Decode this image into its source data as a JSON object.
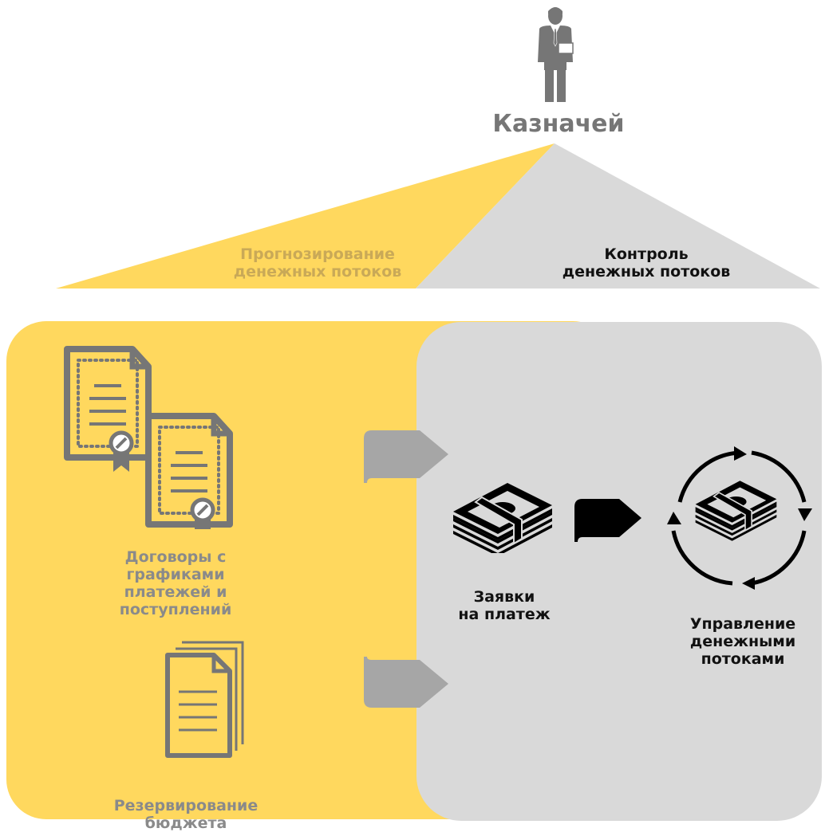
{
  "role": {
    "label": "Казначей",
    "icon": "businessman-icon"
  },
  "roof": {
    "left_label_line1": "Прогнозирование",
    "left_label_line2": "денежных потоков",
    "right_label_line1": "Контроль",
    "right_label_line2": "денежных потоков"
  },
  "items": {
    "contracts": {
      "icon": "certificate-documents-icon",
      "lines": [
        "Договоры с",
        "графиками",
        "платежей и",
        "поступлений"
      ]
    },
    "budget": {
      "icon": "stacked-documents-icon",
      "lines": [
        "Резервирование",
        "бюджета"
      ]
    },
    "payment_requests": {
      "icon": "money-stack-icon",
      "lines": [
        "Заявки",
        "на платеж"
      ]
    },
    "cashflow_management": {
      "icon": "money-cycle-icon",
      "lines": [
        "Управление",
        "денежными",
        "потоками"
      ]
    }
  },
  "colors": {
    "yellow": "#ffd85e",
    "gray": "#d9d9d9",
    "dark_gray": "#767676",
    "arrow_gray": "#a6a6a6",
    "black": "#000000"
  }
}
